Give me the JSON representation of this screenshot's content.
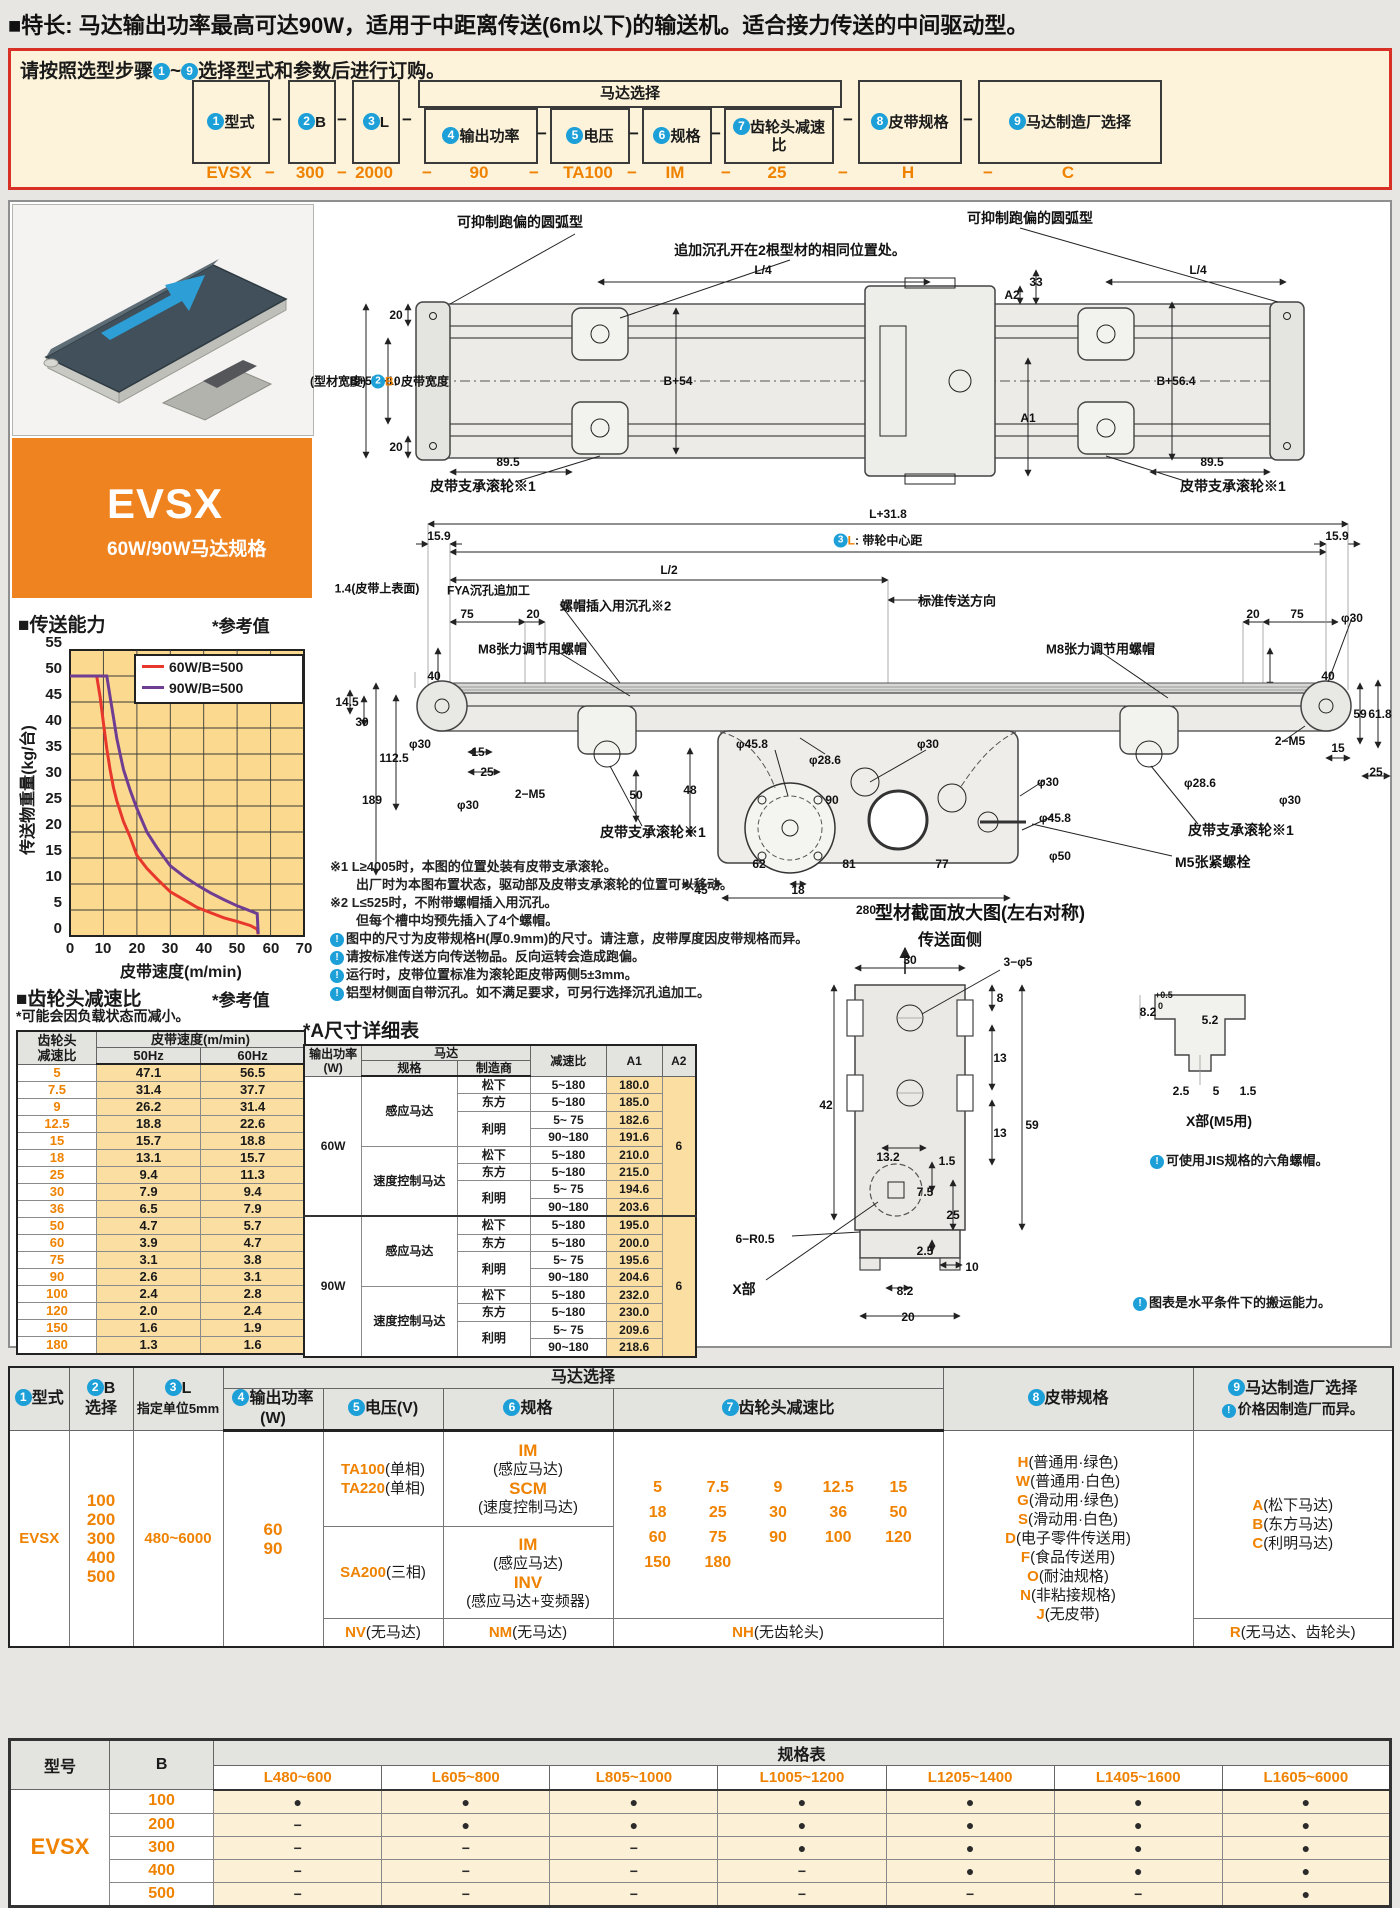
{
  "feature_line": "■特长: 马达输出功率最高可达90W，适用于中距离传送(6m以下)的输送机。适合接力传送的中间驱动型。",
  "selector": {
    "instruction_prefix": "请按照选型步骤",
    "instruction_tilde": "~",
    "instruction_suffix": "选择型式和参数后进行订购。",
    "step_first": "1",
    "step_last": "9",
    "motor_group": "马达选择",
    "separator": "−",
    "steps": [
      {
        "num": "1",
        "label": "型式",
        "example": "EVSX"
      },
      {
        "num": "2",
        "label": "B",
        "example": "300"
      },
      {
        "num": "3",
        "label": "L",
        "example": "2000"
      },
      {
        "num": "4",
        "label": "输出功率",
        "example": "90"
      },
      {
        "num": "5",
        "label": "电压",
        "example": "TA100"
      },
      {
        "num": "6",
        "label": "规格",
        "example": "IM"
      },
      {
        "num": "7",
        "label": "齿轮头减速比",
        "example": "25"
      },
      {
        "num": "8",
        "label": "皮带规格",
        "example": "H"
      },
      {
        "num": "9",
        "label": "马达制造厂选择",
        "example": "C"
      }
    ]
  },
  "product": {
    "name": "EVSX",
    "motor_spec": "60W/90W马达规格"
  },
  "chart": {
    "title": "■传送能力",
    "ref": "*参考值",
    "ylabel": "传送物重量(kg/台)",
    "xlabel": "皮带速度(m/min)",
    "legend": [
      {
        "label": "60W/B=500",
        "color": "#e8372c"
      },
      {
        "label": "90W/B=500",
        "color": "#6f3d91"
      }
    ],
    "yticks": [
      "55",
      "50",
      "45",
      "40",
      "35",
      "30",
      "25",
      "20",
      "15",
      "10",
      "5",
      "0"
    ],
    "xticks": [
      "0",
      "10",
      "20",
      "30",
      "40",
      "50",
      "60",
      "70"
    ]
  },
  "chart_data": {
    "type": "line",
    "title": "传送能力(参考值)",
    "xlabel": "皮带速度(m/min)",
    "ylabel": "传送物重量(kg/台)",
    "xlim": [
      0,
      70
    ],
    "ylim": [
      0,
      55
    ],
    "grid": true,
    "legend_position": "upper right",
    "series": [
      {
        "name": "60W/B=500",
        "color": "#e8372c",
        "points": [
          [
            0,
            50
          ],
          [
            8,
            50
          ],
          [
            10,
            41
          ],
          [
            12,
            32
          ],
          [
            14,
            26
          ],
          [
            16,
            22
          ],
          [
            18,
            19
          ],
          [
            20,
            15.5
          ],
          [
            23,
            13
          ],
          [
            26,
            11
          ],
          [
            30,
            8.5
          ],
          [
            34,
            7
          ],
          [
            38,
            5.5
          ],
          [
            42,
            4.5
          ],
          [
            46,
            3.5
          ],
          [
            50,
            2.8
          ],
          [
            54,
            2
          ],
          [
            56,
            1.3
          ],
          [
            56.3,
            0
          ]
        ]
      },
      {
        "name": "90W/B=500",
        "color": "#6f3d91",
        "points": [
          [
            0,
            50
          ],
          [
            11,
            50
          ],
          [
            13,
            42
          ],
          [
            15,
            35
          ],
          [
            17,
            30
          ],
          [
            20,
            24.5
          ],
          [
            23,
            20
          ],
          [
            26,
            17
          ],
          [
            30,
            13.5
          ],
          [
            34,
            11.5
          ],
          [
            38,
            9.8
          ],
          [
            42,
            8.3
          ],
          [
            46,
            7
          ],
          [
            50,
            5.8
          ],
          [
            54,
            4.8
          ],
          [
            56,
            4.3
          ],
          [
            56.3,
            0
          ]
        ]
      }
    ]
  },
  "gear_table": {
    "title": "■齿轮头减速比",
    "ref": "*参考值",
    "note": "*可能会因负载状态而减小。",
    "h_ratio1": "齿轮头",
    "h_ratio2": "减速比",
    "h_speed": "皮带速度(m/min)",
    "h_50": "50Hz",
    "h_60": "60Hz",
    "rows": [
      [
        "5",
        "47.1",
        "56.5"
      ],
      [
        "7.5",
        "31.4",
        "37.7"
      ],
      [
        "9",
        "26.2",
        "31.4"
      ],
      [
        "12.5",
        "18.8",
        "22.6"
      ],
      [
        "15",
        "15.7",
        "18.8"
      ],
      [
        "18",
        "13.1",
        "15.7"
      ],
      [
        "25",
        "9.4",
        "11.3"
      ],
      [
        "30",
        "7.9",
        "9.4"
      ],
      [
        "36",
        "6.5",
        "7.9"
      ],
      [
        "50",
        "4.7",
        "5.7"
      ],
      [
        "60",
        "3.9",
        "4.7"
      ],
      [
        "75",
        "3.1",
        "3.8"
      ],
      [
        "90",
        "2.6",
        "3.1"
      ],
      [
        "100",
        "2.4",
        "2.8"
      ],
      [
        "120",
        "2.0",
        "2.4"
      ],
      [
        "150",
        "1.6",
        "1.9"
      ],
      [
        "180",
        "1.3",
        "1.6"
      ]
    ]
  },
  "a_table": {
    "title": "*A尺寸详细表",
    "h_power1": "输出功率",
    "h_power2": "(W)",
    "h_motor": "马达",
    "h_spec": "规格",
    "h_maker": "制造商",
    "h_ratio": "减速比",
    "h_a1": "A1",
    "h_a2": "A2",
    "power60": "60W",
    "power90": "90W",
    "induction": "感应马达",
    "speed_control": "速度控制马达",
    "a2_60": "6",
    "a2_90": "6",
    "rows": [
      [
        "松下",
        "5~180",
        "180.0"
      ],
      [
        "东方",
        "5~180",
        "185.0"
      ],
      [
        "利明",
        "5~ 75",
        "182.6"
      ],
      [
        "",
        "90~180",
        "191.6"
      ],
      [
        "松下",
        "5~180",
        "210.0"
      ],
      [
        "东方",
        "5~180",
        "215.0"
      ],
      [
        "利明",
        "5~ 75",
        "194.6"
      ],
      [
        "",
        "90~180",
        "203.6"
      ],
      [
        "松下",
        "5~180",
        "195.0"
      ],
      [
        "东方",
        "5~180",
        "200.0"
      ],
      [
        "利明",
        "5~ 75",
        "195.6"
      ],
      [
        "",
        "90~180",
        "204.6"
      ],
      [
        "松下",
        "5~180",
        "232.0"
      ],
      [
        "东方",
        "5~180",
        "230.0"
      ],
      [
        "利明",
        "5~ 75",
        "209.6"
      ],
      [
        "",
        "90~180",
        "218.6"
      ]
    ]
  },
  "drawing": {
    "tv": {
      "arc_left": "可抑制跑偏的圆弧型",
      "arc_right": "可抑制跑偏的圆弧型",
      "holes": "追加沉孔开在2根型材的相同位置处。",
      "l4a": "L/4",
      "l4b": "L/4",
      "d20a": "20",
      "d20b": "20",
      "profile_w": "(型材宽度)",
      "b50": "B+50",
      "b10": "B+10",
      "belt_num": "2",
      "belt_code": "B",
      "belt_text": ": 皮带宽度",
      "b54": "B+54",
      "a2": "A2",
      "d33": "33",
      "a1": "A1",
      "b564": "B+56.4",
      "d895a": "89.5",
      "d895b": "89.5",
      "roller_a": "皮带支承滚轮※1",
      "roller_b": "皮带支承滚轮※1"
    },
    "sv": {
      "ltotal": "L+31.8",
      "d159a": "15.9",
      "d159b": "15.9",
      "l_num": "3",
      "l_code": "L",
      "l_text": ": 带轮中心距",
      "l2": "L/2",
      "fya": "FYA沉孔追加工",
      "d75a": "75",
      "d20a": "20",
      "d20b": "20",
      "d75b": "75",
      "phi30f": "φ30",
      "nut_hole": "螺帽插入用沉孔※2",
      "m8a": "M8张力调节用螺帽",
      "m8b": "M8张力调节用螺帽",
      "direction": "标准传送方向",
      "belt_surface": "1.4(皮带上表面)",
      "d145": "14.5",
      "d30": "30",
      "d40a": "40",
      "d40b": "40",
      "d1125": "112.5",
      "d189": "189",
      "phi30a": "φ30",
      "d15a": "15",
      "d25a": "25",
      "phi286a": "φ28.6",
      "m5a": "2−M5",
      "phi30b": "φ30",
      "phi458a": "φ45.8",
      "phi30c": "φ30",
      "d50r": "50",
      "d48": "48",
      "d90": "90",
      "phi30d": "φ30",
      "phi458b": "φ45.8",
      "phi50": "φ50",
      "phi286b": "φ28.6",
      "phi30e": "φ30",
      "m5b": "2−M5",
      "d59": "59",
      "d618": "61.8",
      "d15b": "15",
      "d25b": "25",
      "d45": "45",
      "d62": "62",
      "d18": "18",
      "d81": "81",
      "d280": "280",
      "d77": "77",
      "roller_a": "皮带支承滚轮※1",
      "roller_b": "皮带支承滚轮※1",
      "m5_bolt": "M5张紧螺栓"
    },
    "cs": {
      "title": "型材截面放大图(左右对称)",
      "surface": "传送面侧",
      "d30": "30",
      "d3phi5": "3−φ5",
      "d42": "42",
      "d8": "8",
      "d13a": "13",
      "d13b": "13",
      "d59": "59",
      "d132": "13.2",
      "d15": "1.5",
      "d75": "7.5",
      "d25": "25",
      "d25b": "2.5",
      "d10": "10",
      "d82": "8.2",
      "d20": "20",
      "r05": "6−R0.5",
      "xpart": "X部",
      "xdetail": "X部(M5用)",
      "xd82": "8.2",
      "xtolp": "+0.5",
      "xtol0": "0",
      "xd52": "5.2",
      "xd25": "2.5",
      "xd5": "5",
      "xd15": "1.5",
      "jis": "可使用JIS规格的六角螺帽。",
      "capacity": "图表是水平条件下的搬运能力。"
    },
    "notes": {
      "n1": "※1 L≥4005时，本图的位置处装有皮带支承滚轮。",
      "n1b": "出厂时为本图布置状态，驱动部及皮带支承滚轮的位置可以移动。",
      "n2": "※2 L≤525时，不附带螺帽插入用沉孔。",
      "n2b": "但每个槽中均预先插入了4个螺帽。",
      "n3": "图中的尺寸为皮带规格H(厚0.9mm)的尺寸。请注意，皮带厚度因皮带规格而异。",
      "n4": "请按标准传送方向传送物品。反向运转会造成跑偏。",
      "n5": "运行时，皮带位置标准为滚轮距皮带两侧5±3mm。",
      "n6": "铝型材侧面自带沉孔。如不满足要求，可另行选择沉孔追加工。"
    }
  },
  "order_table": {
    "motor_select": "马达选择",
    "h_type": "型式",
    "h_b_code": "B",
    "h_b_sel": "选择",
    "h_l_code": "L",
    "h_l_sub": "指定单位5mm",
    "h_power1": "输出功率",
    "h_power2": "(W)",
    "h_volt": "电压(V)",
    "h_spec": "规格",
    "h_ratio": "齿轮头减速比",
    "h_belt": "皮带规格",
    "h_maker": "马达制造厂选择",
    "maker_note": "价格因制造厂而异。",
    "model": "EVSX",
    "b_values": [
      "100",
      "200",
      "300",
      "400",
      "500"
    ],
    "l_value": "480~6000",
    "power_values": [
      "60",
      "90"
    ],
    "volt_r1": [
      {
        "code": "TA100",
        "desc": "(单相)"
      },
      {
        "code": "TA220",
        "desc": "(单相)"
      }
    ],
    "volt_r2": {
      "code": "SA200",
      "desc": "(三相)"
    },
    "volt_r3": {
      "code": "NV",
      "desc": "(无马达)"
    },
    "spec_r1": [
      {
        "code": "IM",
        "desc": "(感应马达)"
      },
      {
        "code": "SCM",
        "desc": "(速度控制马达)"
      }
    ],
    "spec_r2": [
      {
        "code": "IM",
        "desc": "(感应马达)"
      },
      {
        "code": "INV",
        "desc": "(感应马达+变频器)"
      }
    ],
    "spec_r3": {
      "code": "NM",
      "desc": "(无马达)"
    },
    "ratio_values": [
      "5",
      "7.5",
      "9",
      "12.5",
      "15",
      "18",
      "25",
      "30",
      "36",
      "50",
      "60",
      "75",
      "90",
      "100",
      "120",
      "150",
      "180"
    ],
    "ratio_r3": {
      "code": "NH",
      "desc": "(无齿轮头)"
    },
    "belts": [
      {
        "code": "H",
        "desc": "(普通用·绿色)"
      },
      {
        "code": "W",
        "desc": "(普通用·白色)"
      },
      {
        "code": "G",
        "desc": "(滑动用·绿色)"
      },
      {
        "code": "S",
        "desc": "(滑动用·白色)"
      },
      {
        "code": "D",
        "desc": "(电子零件传送用)"
      },
      {
        "code": "F",
        "desc": "(食品传送用)"
      },
      {
        "code": "O",
        "desc": "(耐油规格)"
      },
      {
        "code": "N",
        "desc": "(非粘接规格)"
      },
      {
        "code": "J",
        "desc": "(无皮带)"
      }
    ],
    "makers": [
      {
        "code": "A",
        "desc": "(松下马达)"
      },
      {
        "code": "B",
        "desc": "(东方马达)"
      },
      {
        "code": "C",
        "desc": "(利明马达)"
      }
    ],
    "maker_r3": {
      "code": "R",
      "desc": "(无马达、齿轮头)"
    }
  },
  "spec_table": {
    "title": "规格表",
    "h_model": "型号",
    "h_b": "B",
    "l_cols": [
      "L480~600",
      "L605~800",
      "L805~1000",
      "L1005~1200",
      "L1205~1400",
      "L1405~1600",
      "L1605~6000"
    ],
    "model": "EVSX",
    "rows": [
      {
        "b": "100",
        "cells": [
          "●",
          "●",
          "●",
          "●",
          "●",
          "●",
          "●"
        ]
      },
      {
        "b": "200",
        "cells": [
          "−",
          "●",
          "●",
          "●",
          "●",
          "●",
          "●"
        ]
      },
      {
        "b": "300",
        "cells": [
          "−",
          "−",
          "−",
          "●",
          "●",
          "●",
          "●"
        ]
      },
      {
        "b": "400",
        "cells": [
          "−",
          "−",
          "−",
          "−",
          "●",
          "●",
          "●"
        ]
      },
      {
        "b": "500",
        "cells": [
          "−",
          "−",
          "−",
          "−",
          "−",
          "−",
          "●"
        ]
      }
    ]
  }
}
